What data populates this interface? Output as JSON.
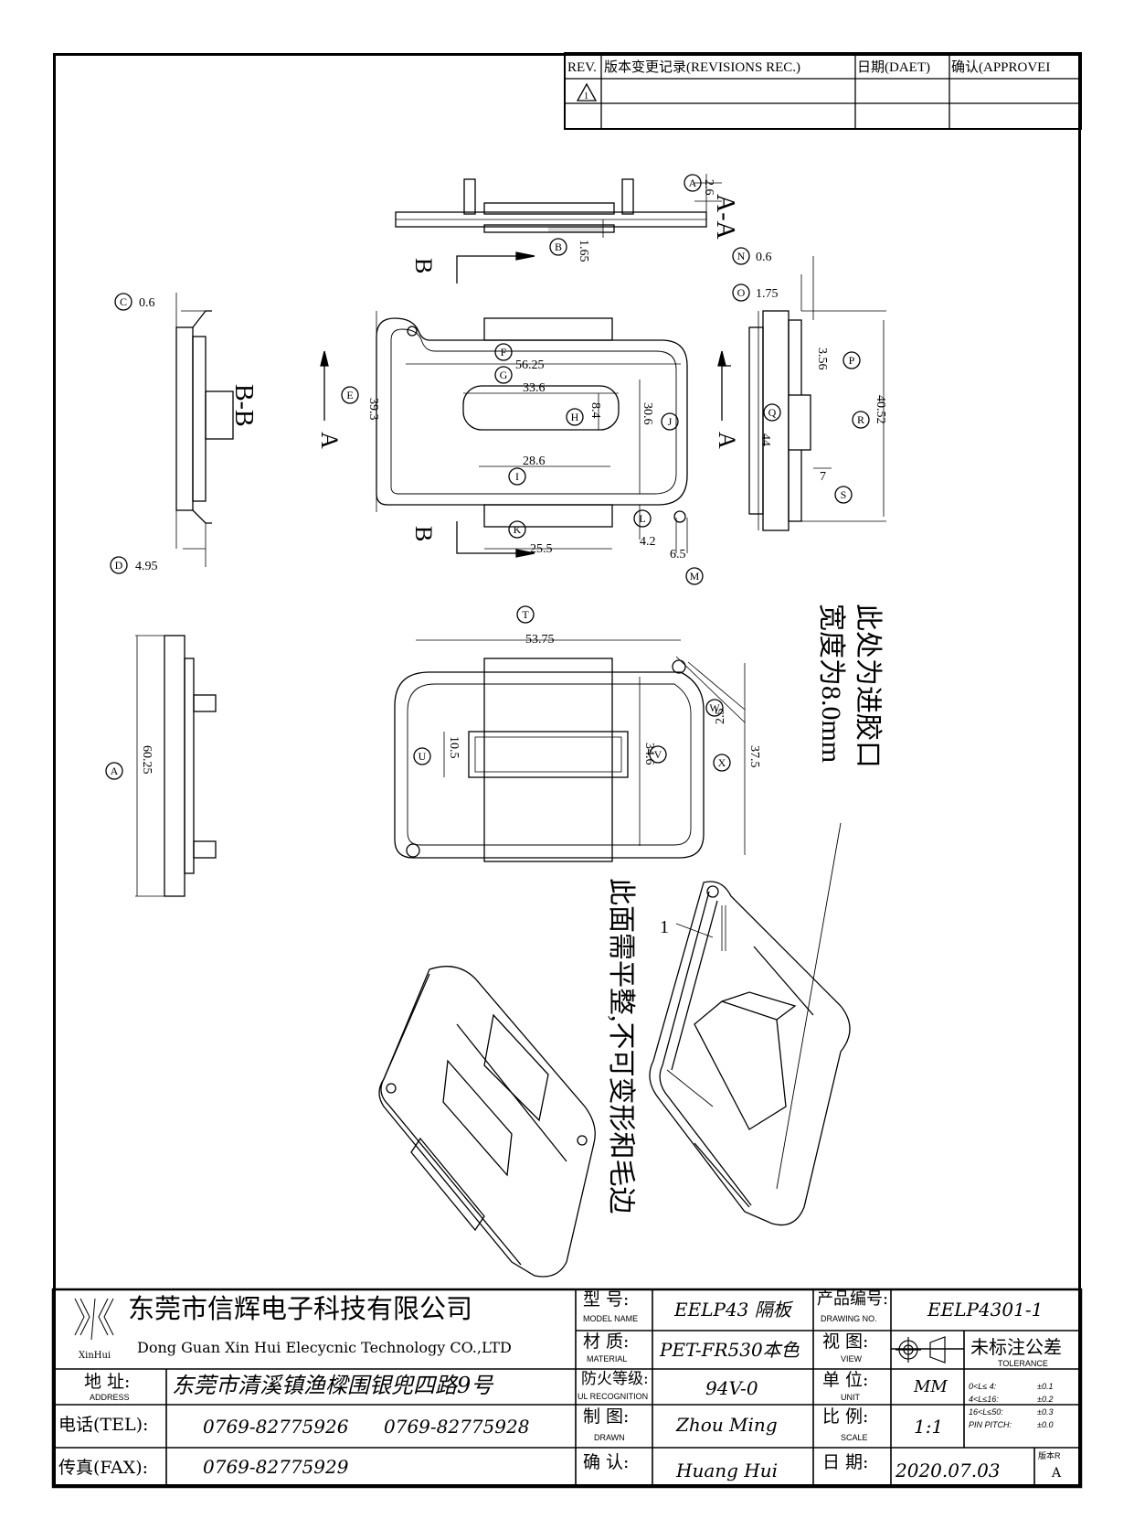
{
  "revision_block": {
    "headers": [
      "REV.",
      "版本变更记录(REVISIONS REC.)",
      "日期(DAET)",
      "确认(APPROVEI"
    ],
    "rev_symbol": "1"
  },
  "views": {
    "section_aa": "A-A",
    "section_bb": "B-B",
    "cut_a": "A",
    "cut_b": "B"
  },
  "dimensions": {
    "A_dim": "2.6",
    "B_dim": "1.65",
    "C_dim": "0.6",
    "D_dim": "4.95",
    "F_dim": "56.25",
    "G_dim": "33.6",
    "H_dim": "8.4",
    "I_dim": "28.6",
    "J_dim": "30.6",
    "E_dim": "39.3",
    "K_dim": "25.5",
    "L_dim": "4.2",
    "M_dim": "6.5",
    "N_dim": "0.6",
    "O_dim": "1.75",
    "P_dim": "3.56",
    "Q_dim": "44",
    "R_dim": "40.52",
    "S_dim": "7",
    "A2_dim": "60.25",
    "T_dim": "53.75",
    "U_dim": "10.5",
    "V_dim": "34.6",
    "W_dim": "2.5",
    "X_dim": "37.5",
    "flat_dim": "1"
  },
  "balloons": [
    "A",
    "B",
    "C",
    "D",
    "E",
    "F",
    "G",
    "H",
    "I",
    "J",
    "K",
    "L",
    "M",
    "N",
    "O",
    "P",
    "Q",
    "R",
    "S",
    "T",
    "U",
    "V",
    "W",
    "X"
  ],
  "notes": {
    "gate_note_1": "此处为进胶口",
    "gate_note_2": "宽度为8.0mm",
    "flat_note": "此面需平整,不可变形和毛边"
  },
  "title_block": {
    "company_cn": "东莞市信辉电子科技有限公司",
    "company_en": "Dong Guan Xin Hui Elecycnic Technology CO.,LTD",
    "logo_text": "XinHui",
    "address_label": "地 址:",
    "address_label_en": "ADDRESS",
    "address": "东莞市清溪镇渔樑围银兜四路9号",
    "tel_label": "电话(TEL):",
    "tel1": "0769-82775926",
    "tel2": "0769-82775928",
    "fax_label": "传真(FAX):",
    "fax": "0769-82775929",
    "model_label": "型 号:",
    "model_label_en": "MODEL NAME",
    "model": "EELP43 隔板",
    "material_label": "材 质:",
    "material_label_en": "MATERIAL",
    "material": "PET-FR530本色",
    "ul_label": "防火等级:",
    "ul_label_en": "UL RECOGNITION",
    "ul": "94V-0",
    "drawn_label": "制 图:",
    "drawn_label_en": "DRAWN",
    "drawn": "Zhou Ming",
    "check_label": "确 认:",
    "check": "Huang Hui",
    "drawing_no_label": "产品编号:",
    "drawing_no_label_en": "DRAWING NO.",
    "drawing_no": "EELP4301-1",
    "view_label": "视 图:",
    "view_label_en": "VIEW",
    "tolerance_label": "未标注公差",
    "tolerance_label_en": "TOLERANCE",
    "tol_rows": [
      {
        "range": "0<L≤ 4:",
        "value": "±0.1"
      },
      {
        "range": "4<L≤16:",
        "value": "±0.2"
      },
      {
        "range": "16<L≤50:",
        "value": "±0.3"
      },
      {
        "range": "PIN PITCH:",
        "value": "±0.0"
      }
    ],
    "unit_label": "单 位:",
    "unit_label_en": "UNIT",
    "unit": "MM",
    "scale_label": "比 例:",
    "scale_label_en": "SCALE",
    "scale": "1:1",
    "date_label": "日 期:",
    "date": "2020.07.03",
    "version_label": "版本R",
    "version": "A"
  }
}
